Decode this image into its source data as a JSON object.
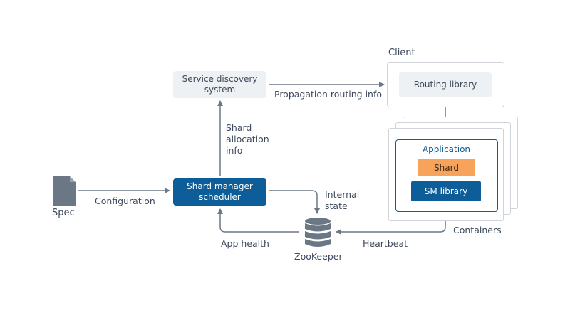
{
  "client": {
    "title": "Client",
    "routing_library": "Routing library"
  },
  "service_discovery": {
    "line1": "Service discovery",
    "line2": "system"
  },
  "scheduler": {
    "line1": "Shard manager",
    "line2": "scheduler"
  },
  "spec": {
    "label": "Spec"
  },
  "zookeeper": {
    "label": "ZooKeeper"
  },
  "containers": {
    "label": "Containers",
    "application": "Application",
    "shard": "Shard",
    "sm_library": "SM library"
  },
  "edges": {
    "propagation": "Propagation routing info",
    "shard_allocation": [
      "Shard",
      "allocation",
      "info"
    ],
    "configuration": "Configuration",
    "internal_state": [
      "Internal",
      "state"
    ],
    "app_health": "App health",
    "heartbeat": "Heartbeat"
  },
  "colors": {
    "arrow": "#6b7785",
    "blue": "#0d5d98",
    "orange": "#f7a35c",
    "gray_box": "#eef1f4",
    "outline": "#cfd4da"
  }
}
